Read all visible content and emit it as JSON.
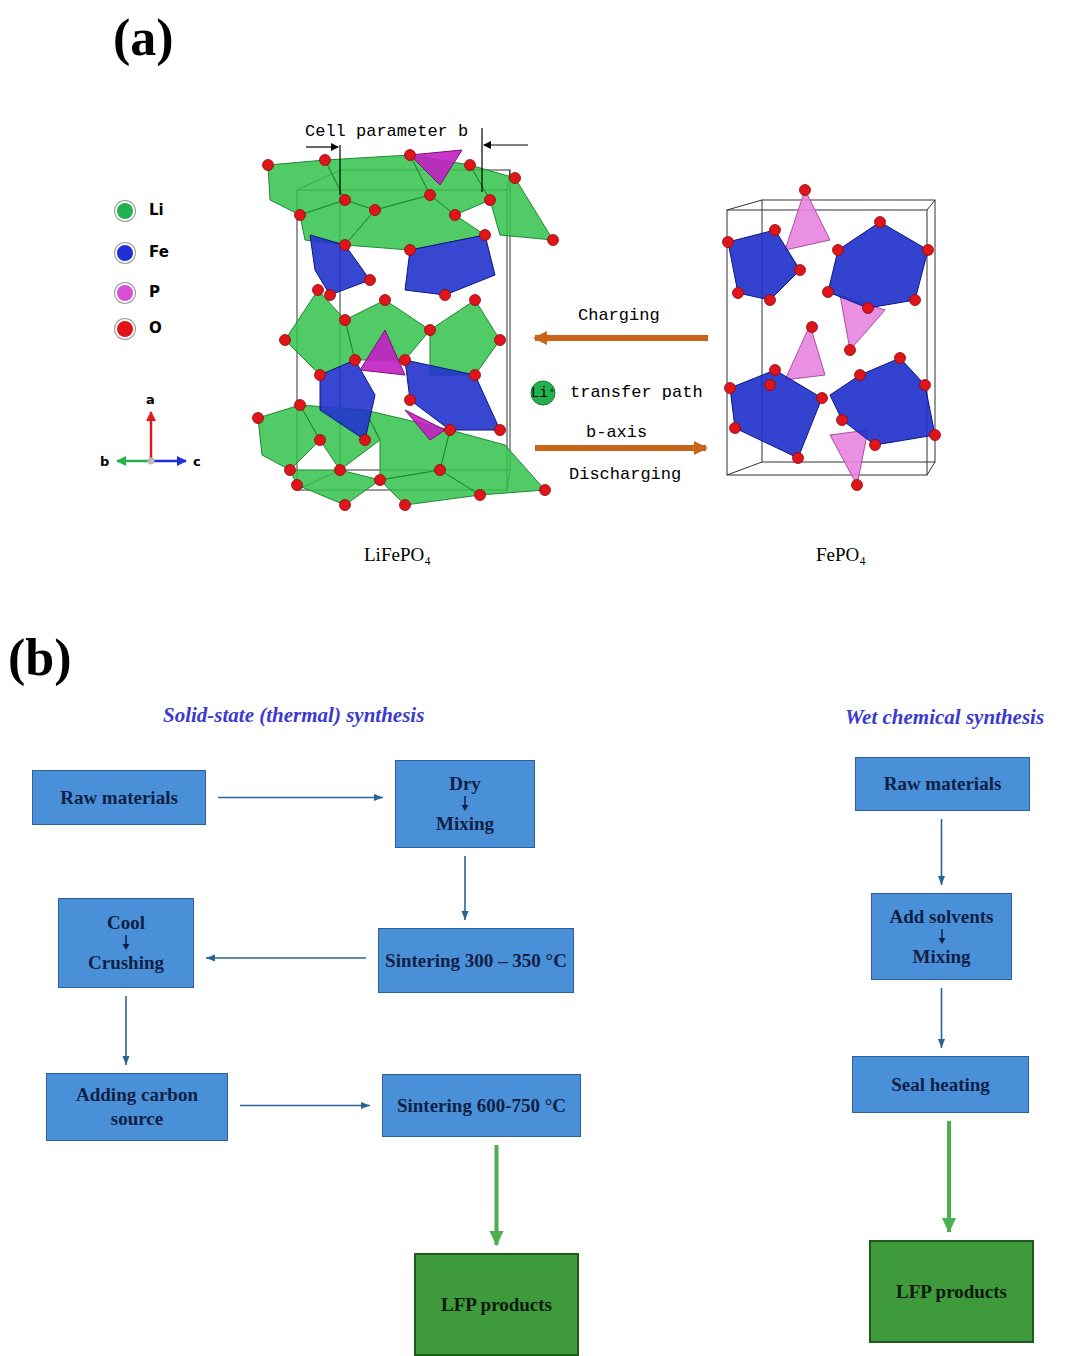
{
  "diagram": {
    "nodes": [
      {
        "text": [
          "Raw materials"
        ]
      },
      {
        "text": [
          "Dry",
          "Mixing"
        ]
      },
      {
        "text": [
          "Sintering 300 – 350 °C"
        ]
      },
      {
        "text": [
          "Cool",
          "Crushing"
        ]
      },
      {
        "text": [
          "Adding carbon source"
        ]
      },
      {
        "text": [
          "Sintering 600-750 °C"
        ]
      },
      {
        "text": [
          "LFP products"
        ]
      },
      {
        "text": [
          "Raw materials"
        ]
      },
      {
        "text": [
          "Add solvents",
          "Mixing"
        ]
      },
      {
        "text": [
          "Seal heating"
        ]
      },
      {
        "text": [
          "LFP products"
        ]
      }
    ],
    "edges": [
      {
        "from": 0,
        "to": 1,
        "arrow": "to"
      },
      {
        "from": 1,
        "to": 2,
        "arrow": "to"
      },
      {
        "from": 2,
        "to": 3,
        "arrow": "to"
      },
      {
        "from": 3,
        "to": 4,
        "arrow": "to"
      },
      {
        "from": 4,
        "to": 5,
        "arrow": "to"
      },
      {
        "from": 5,
        "to": 6,
        "arrow": "to"
      },
      {
        "from": 7,
        "to": 8,
        "arrow": "to"
      },
      {
        "from": 8,
        "to": 9,
        "arrow": "to"
      },
      {
        "from": 9,
        "to": 10,
        "arrow": "to"
      }
    ],
    "labels": [
      "(a)",
      "Cell parameter b",
      "a",
      "b",
      "c",
      "Charging",
      "Li⁺",
      "transfer path",
      "b-axis",
      "Discharging",
      "LiFePO₄",
      "FePO₄",
      "(b)",
      "Solid-state (thermal) synthesis",
      "Wet chemical synthesis"
    ],
    "legend": [
      {
        "text": "Li",
        "color": "#22b14c"
      },
      {
        "text": "Fe",
        "color": "#1f2fd6"
      },
      {
        "text": "P",
        "color": "#d64fd6"
      },
      {
        "text": "O",
        "color": "#e0141b"
      }
    ]
  }
}
